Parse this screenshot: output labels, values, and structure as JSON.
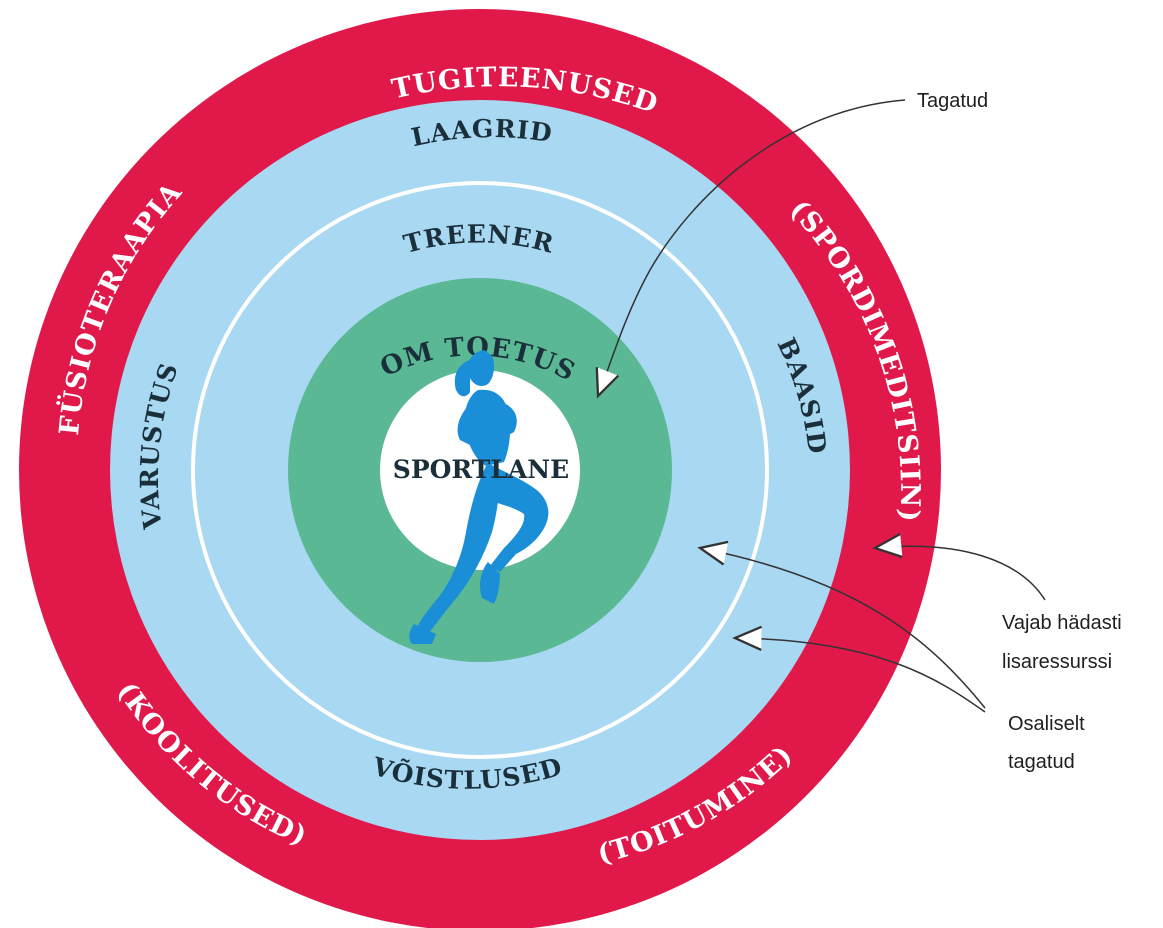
{
  "diagram": {
    "colors": {
      "outer_ring": "#e0194a",
      "middle_ring": "#a8d8f2",
      "separator": "#ffffff",
      "inner_ring": "#5ab895",
      "center": "#ffffff",
      "runner": "#1a8fd8",
      "text_dark": "#1b2f3a",
      "text_light": "#ffffff",
      "arrow": "#333333"
    },
    "rings": {
      "outer": [
        "TUGITEENUSED",
        "FÜSIOTERAAPIA",
        "(SPORDIMEDITSIIN)",
        "(KOOLITUSED)",
        "(TOITUMINE)"
      ],
      "middle": [
        "LAAGRID",
        "VARUSTUS",
        "BAASID",
        "VÕISTLUSED"
      ],
      "inner": [
        "TREENER"
      ],
      "core": [
        "OM TOETUS"
      ],
      "center": "SPORTLANE"
    },
    "legend": {
      "guaranteed": "Tagatud",
      "urgent_line1": "Vajab hädasti",
      "urgent_line2": "lisaressurssi",
      "partial_line1": "Osaliselt",
      "partial_line2": "tagatud"
    },
    "center_icon": "runner-silhouette-icon"
  }
}
